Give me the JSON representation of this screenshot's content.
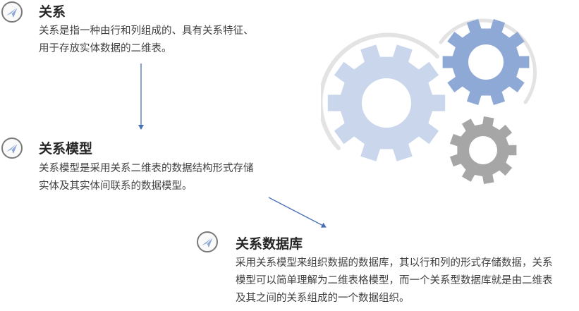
{
  "items": [
    {
      "title": "关系",
      "desc": "关系是指一种由行和列组成的、具有关系特征、用于存放实体数据的二维表。"
    },
    {
      "title": "关系模型",
      "desc": "关系模型是采用关系二维表的数据结构形式存储实体及其实体间联系的数据模型。"
    },
    {
      "title": "关系数据库",
      "desc": "采用关系模型来组织数据的数据库，其以行和列的形式存储数据，关系模型可以简单理解为二维表格模型，而一个关系型数据库就是由二维表及其之间的关系组成的一个数据组织。"
    }
  ],
  "colors": {
    "arrow": "#4a6fb5",
    "gear_light": "#c9d6ec",
    "gear_blue": "#8fa9d6",
    "gear_gray": "#a6a6a6",
    "ring": "#e3e3e3",
    "bullet_fill": "#8fa9d6"
  },
  "icons": [
    "paper-plane-icon",
    "gear-icon"
  ]
}
